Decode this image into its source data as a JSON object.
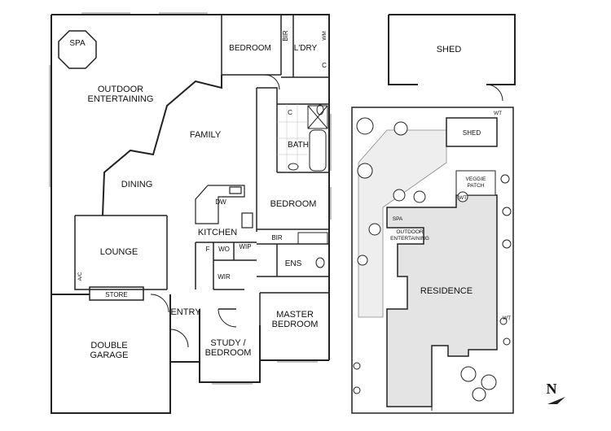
{
  "floorplan": {
    "rooms": {
      "spa": "SPA",
      "outdoor_entertaining_1": "OUTDOOR",
      "outdoor_entertaining_2": "ENTERTAINING",
      "bedroom_top": "BEDROOM",
      "bir_top": "BIR",
      "laundry": "L'DRY",
      "wm": "WM",
      "c_laundry": "C",
      "c_bath": "C",
      "family": "FAMILY",
      "bath": "BATH",
      "dining": "DINING",
      "dw": "DW",
      "bedroom_mid": "BEDROOM",
      "kitchen": "KITCHEN",
      "bir_mid": "BIR",
      "lounge": "LOUNGE",
      "f": "F",
      "wo": "WO",
      "wip": "WIP",
      "ens": "ENS",
      "ac": "A/C",
      "wir": "WIR",
      "store": "STORE",
      "entry": "ENTRY",
      "master_1": "MASTER",
      "master_2": "BEDROOM",
      "study_1": "STUDY /",
      "study_2": "BEDROOM",
      "garage_1": "DOUBLE",
      "garage_2": "GARAGE"
    }
  },
  "shed_plan": {
    "label": "SHED"
  },
  "siteplan": {
    "shed": "SHED",
    "wt_top": "WT",
    "veggie_1": "VEGGIE",
    "veggie_2": "PATCH",
    "wt_mid": "WT",
    "spa": "SPA",
    "outdoor_1": "OUTDOOR",
    "outdoor_2": "ENTERTAINING",
    "residence": "RESIDENCE",
    "wt_right": "WT"
  },
  "compass": {
    "label": "N"
  },
  "colors": {
    "wall": "#222222",
    "residence_fill": "#e4e4e4",
    "paving_fill": "#eeeeee"
  }
}
